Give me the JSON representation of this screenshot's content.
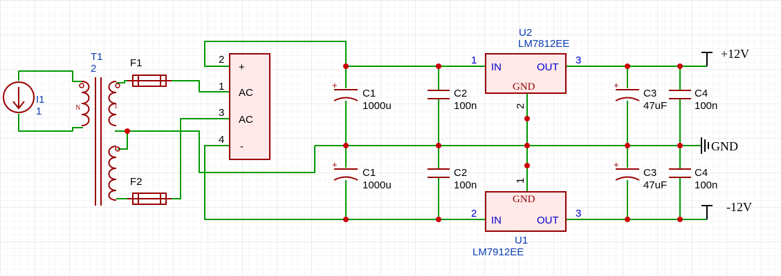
{
  "colors": {
    "wire": "#009900",
    "component": "#990000",
    "designator": "#0b3db3",
    "pin_number": "#0000cc",
    "text": "#000000",
    "junction": "#cc0000",
    "grid_minor": "#ececec",
    "grid_major": "#dadada",
    "ic_fill": "#ffe9e9",
    "background": "#ffffff"
  },
  "source": {
    "designator": "I1",
    "value": "1"
  },
  "transformer": {
    "designator": "T1",
    "value": "2",
    "primary_mark": "N",
    "secondary_mark": "1"
  },
  "fuses": {
    "top": "F1",
    "bottom": "F2"
  },
  "bridge": {
    "pins": [
      {
        "number": "2",
        "label": "+"
      },
      {
        "number": "1",
        "label": "AC"
      },
      {
        "number": "3",
        "label": "AC"
      },
      {
        "number": "4",
        "label": "-"
      }
    ]
  },
  "regulators": {
    "positive": {
      "designator": "U2",
      "part": "LM7812EE",
      "in_label": "IN",
      "out_label": "OUT",
      "gnd_label": "GND",
      "in_pin": "1",
      "out_pin": "3",
      "gnd_pin": "2"
    },
    "negative": {
      "designator": "U1",
      "part": "LM7912EE",
      "in_label": "IN",
      "out_label": "OUT",
      "gnd_label": "GND",
      "in_pin": "2",
      "out_pin": "3",
      "gnd_pin": "1"
    }
  },
  "capacitors": {
    "top": [
      {
        "designator": "C1",
        "value": "1000u",
        "polarity": "+"
      },
      {
        "designator": "C2",
        "value": "100n"
      },
      {
        "designator": "C3",
        "value": "47uF",
        "polarity": "+"
      },
      {
        "designator": "C4",
        "value": "100n"
      }
    ],
    "bottom": [
      {
        "designator": "C1",
        "value": "1000u",
        "polarity": "+"
      },
      {
        "designator": "C2",
        "value": "100n"
      },
      {
        "designator": "C3",
        "value": "47uF",
        "polarity": "+"
      },
      {
        "designator": "C4",
        "value": "100n"
      }
    ]
  },
  "rails": {
    "positive": "+12V",
    "negative": "-12V",
    "ground": "GND"
  }
}
